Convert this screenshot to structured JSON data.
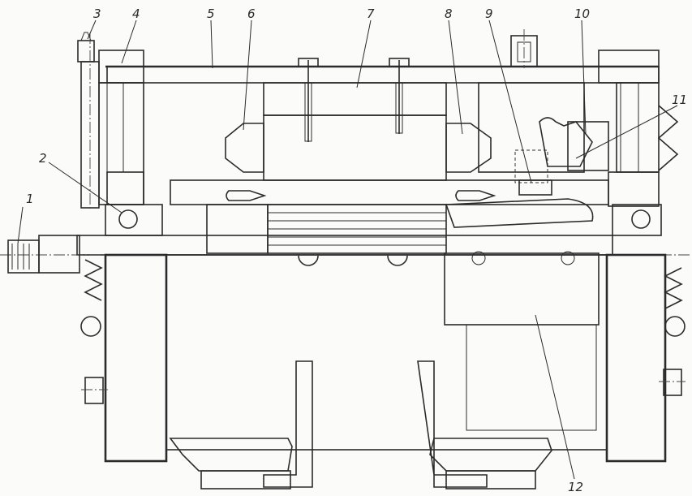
{
  "callouts": [
    {
      "id": "1",
      "text": "1"
    },
    {
      "id": "2",
      "text": "2"
    },
    {
      "id": "3",
      "text": "3"
    },
    {
      "id": "4",
      "text": "4"
    },
    {
      "id": "5",
      "text": "5"
    },
    {
      "id": "6",
      "text": "6"
    },
    {
      "id": "7",
      "text": "7"
    },
    {
      "id": "8",
      "text": "8"
    },
    {
      "id": "9",
      "text": "9"
    },
    {
      "id": "10",
      "text": "10"
    },
    {
      "id": "11",
      "text": "11"
    },
    {
      "id": "12",
      "text": "12"
    }
  ],
  "colors": {
    "ink": "#2b2b2b",
    "paper": "#fbfbfa",
    "hatch": "#555555",
    "coil": "#7a7a7a"
  }
}
